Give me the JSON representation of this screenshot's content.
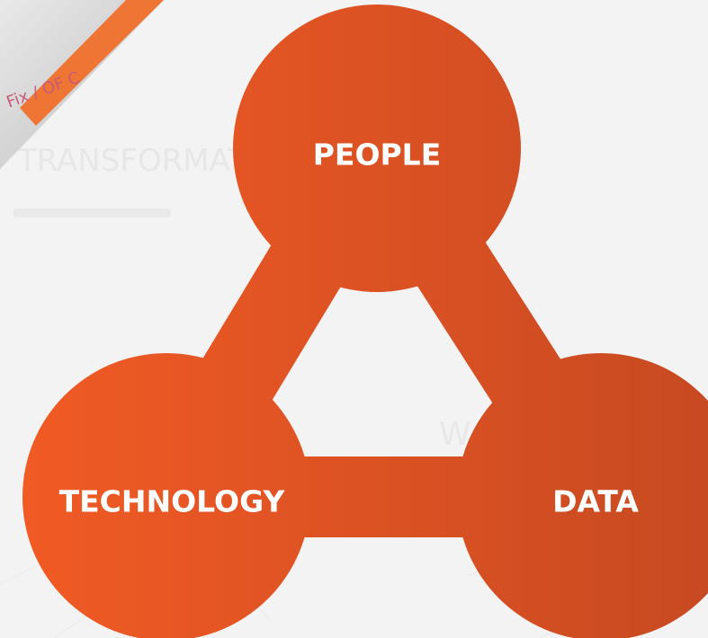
{
  "diagram": {
    "nodes": [
      {
        "id": "people",
        "label": "PEOPLE"
      },
      {
        "id": "technology",
        "label": "TECHNOLOGY"
      },
      {
        "id": "data",
        "label": "DATA"
      }
    ],
    "edges": [
      {
        "from": "people",
        "to": "technology"
      },
      {
        "from": "people",
        "to": "data"
      },
      {
        "from": "technology",
        "to": "data"
      }
    ]
  },
  "colors": {
    "gradient_start": "#f05a24",
    "gradient_end": "#c84a22",
    "label_text": "#ffffff",
    "background": "#f3f3f3",
    "corner_photo": "#d9d9d9",
    "corner_accent": "#f26a22"
  },
  "background_decoration": {
    "faded_text_left": "TRANSFORMATI",
    "faded_letter_right": "W",
    "note_scribble": "Fix / OF C"
  }
}
